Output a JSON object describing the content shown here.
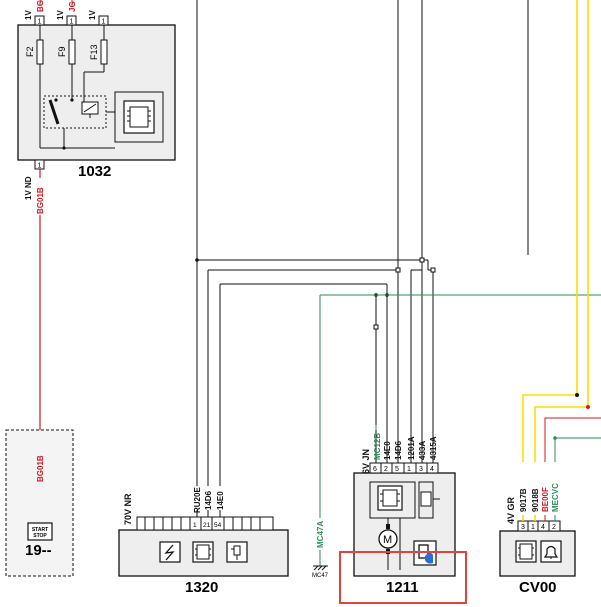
{
  "colors": {
    "wire_black": "#111111",
    "wire_red": "#d0191f",
    "wire_green": "#2e8b57",
    "wire_yellow": "#f5e000",
    "box_fill": "#eeeeee",
    "highlight": "#e0443e"
  },
  "top_left": {
    "pin_labels": [
      "1V",
      "1V",
      "1V"
    ],
    "wire_labels": [
      "BG",
      "JG"
    ],
    "pin_numbers": [
      "1",
      "1",
      "1"
    ]
  },
  "box_1032": {
    "id": "1032",
    "fuses": [
      "F2",
      "F9",
      "F13"
    ],
    "bottom_pin": "1",
    "pin_label": "1V ND",
    "wire_label": "BG01B"
  },
  "box_19": {
    "id": "19--",
    "wire_label": "BG01B",
    "icon_top": "START",
    "icon_bottom": "STOP"
  },
  "box_1320": {
    "id": "1320",
    "connector": "70V NR",
    "pins": [
      "1",
      "21",
      "54"
    ],
    "wires": [
      "RU20E",
      "14D6",
      "14E0"
    ],
    "ground_wire": "MC47A",
    "ground_label": "MC47"
  },
  "box_1211": {
    "id": "1211",
    "connector": "6V JN",
    "pins": [
      "6",
      "2",
      "5",
      "1",
      "3",
      "4"
    ],
    "wires": [
      "MC12B",
      "14E0",
      "14D6",
      "1201A",
      "433A",
      "4315A"
    ],
    "motor_label": "M"
  },
  "box_cv00": {
    "id": "CV00",
    "connector": "4V GR",
    "pins": [
      "3",
      "1",
      "4",
      "2"
    ],
    "wires": [
      "9017B",
      "9018B",
      "BE00F",
      "MECVC"
    ]
  }
}
